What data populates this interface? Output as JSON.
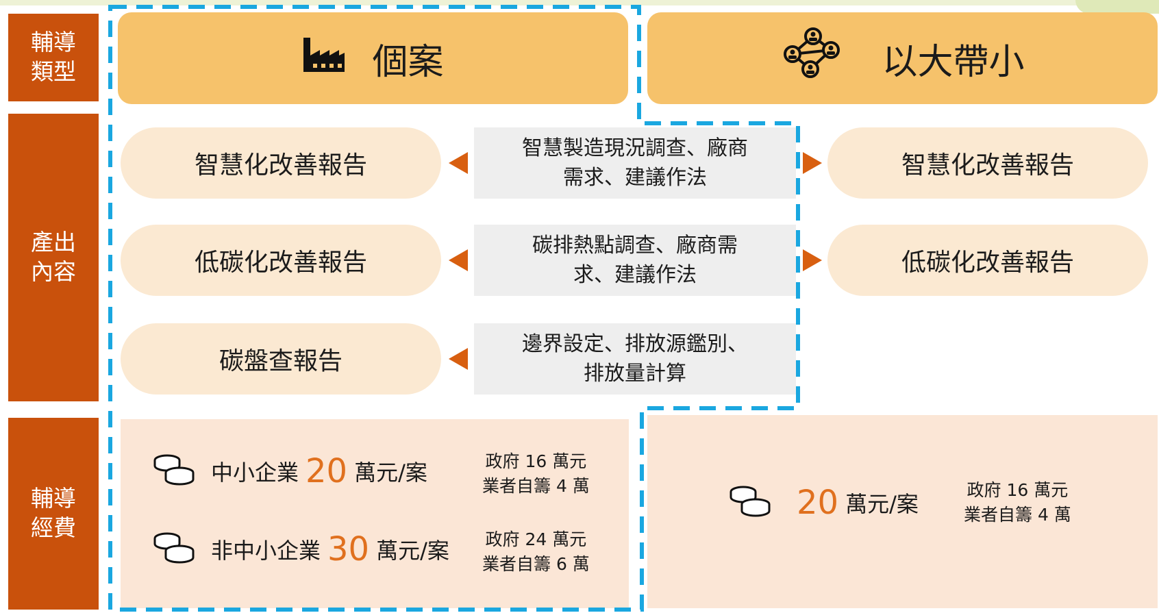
{
  "colors": {
    "sidebar": "#c9510c",
    "header": "#f6c26b",
    "pill": "#fbe9d2",
    "task": "#eeeeee",
    "arrow": "#d85f10",
    "funding_bg": "#fbe6d6",
    "amount_accent": "#e0701e",
    "dashed_border": "#1aa7e0"
  },
  "row_labels": {
    "type": "輔導類型",
    "output": "產出內容",
    "funding": "輔導經費"
  },
  "headers": {
    "individual": {
      "label": "個案",
      "icon": "factory-icon"
    },
    "large_small": {
      "label": "以大帶小",
      "icon": "network-icon"
    }
  },
  "outputs": {
    "left": [
      "智慧化改善報告",
      "低碳化改善報告",
      "碳盤查報告"
    ],
    "tasks": [
      "智慧製造現況調查、廠商需求、建議作法",
      "碳排熱點調查、廠商需求、建議作法",
      "邊界設定、排放源鑑別、排放量計算"
    ],
    "right": [
      "智慧化改善報告",
      "低碳化改善報告"
    ]
  },
  "funding": {
    "individual": [
      {
        "label": "中小企業",
        "amount": "20",
        "unit": "萬元/案",
        "gov": "政府 16 萬元",
        "self": "業者自籌 4 萬",
        "icon": "coins-icon"
      },
      {
        "label": "非中小企業",
        "amount": "30",
        "unit": "萬元/案",
        "gov": "政府 24 萬元",
        "self": "業者自籌 6 萬",
        "icon": "coins-icon"
      }
    ],
    "large_small": {
      "amount": "20",
      "unit": "萬元/案",
      "gov": "政府 16 萬元",
      "self": "業者自籌 4 萬",
      "icon": "coins-icon"
    }
  }
}
